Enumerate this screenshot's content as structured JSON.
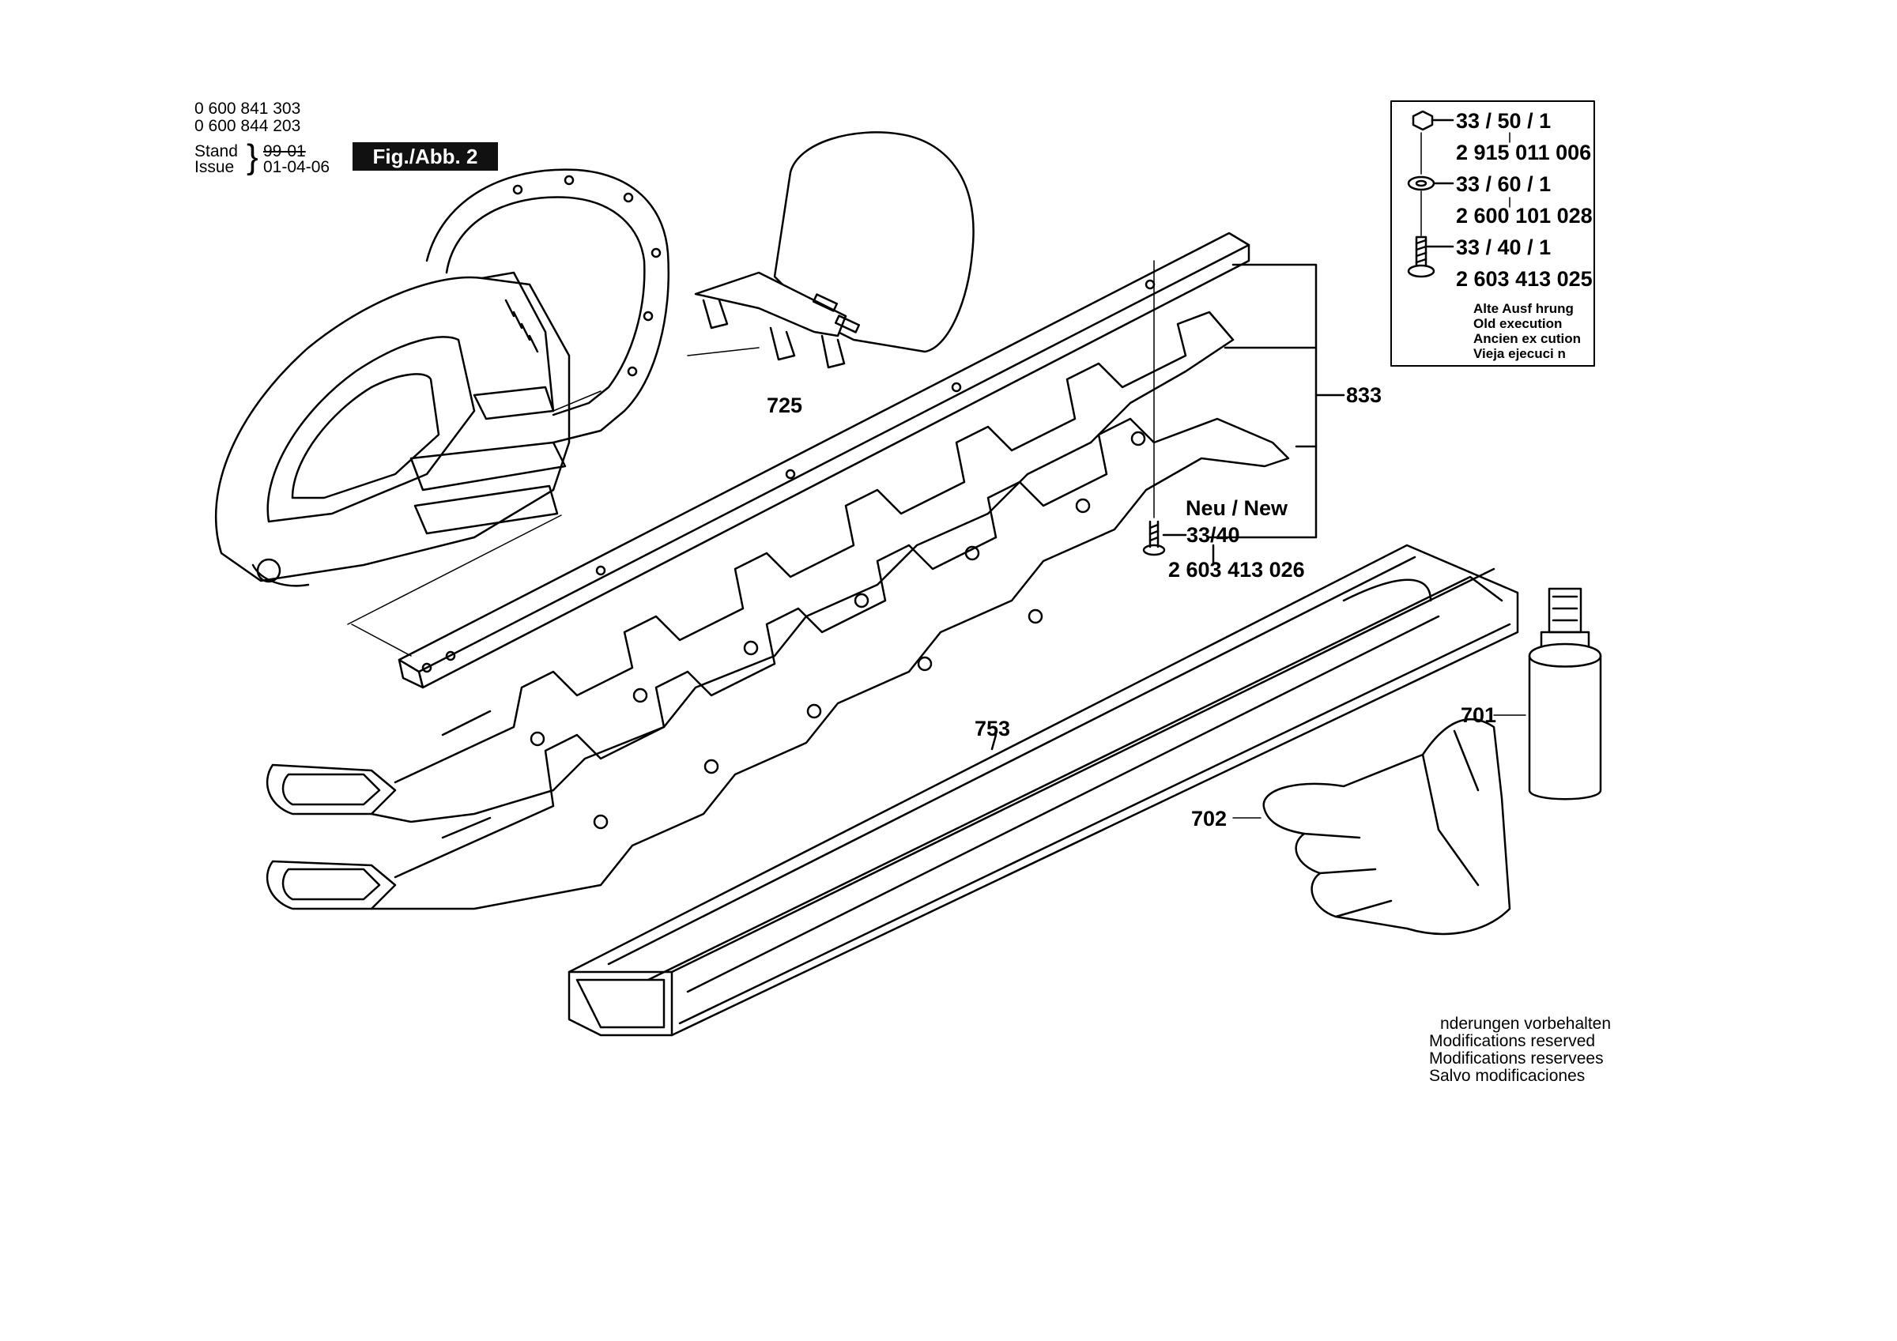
{
  "header": {
    "part_numbers": [
      "0 600 841 303",
      "0 600 844 203"
    ],
    "stand_label": "Stand",
    "stand_value": "99-01",
    "issue_label": "Issue",
    "issue_value": "01-04-06",
    "fig_label": "Fig./Abb. 2"
  },
  "callouts": {
    "c725": "725",
    "c833": "833",
    "c753": "753",
    "c701": "701",
    "c702": "702"
  },
  "new_screw": {
    "heading": "Neu / New",
    "ref": "33/40",
    "part": "2 603 413 026"
  },
  "inset": {
    "items": [
      {
        "ref": "33 / 50 / 1",
        "part": "2 915 011 006",
        "icon": "nut-icon"
      },
      {
        "ref": "33 / 60 / 1",
        "part": "2 600 101 028",
        "icon": "washer-icon"
      },
      {
        "ref": "33 / 40 / 1",
        "part": "2 603 413 025",
        "icon": "screw-icon"
      }
    ],
    "old_execution": [
      "Alte Ausf hrung",
      "Old execution",
      "Ancien ex cution",
      "Vieja ejecuci n"
    ]
  },
  "footer_notes": [
    "nderungen vorbehalten",
    "Modifications reserved",
    "Modifications reservees",
    "Salvo modificaciones"
  ]
}
